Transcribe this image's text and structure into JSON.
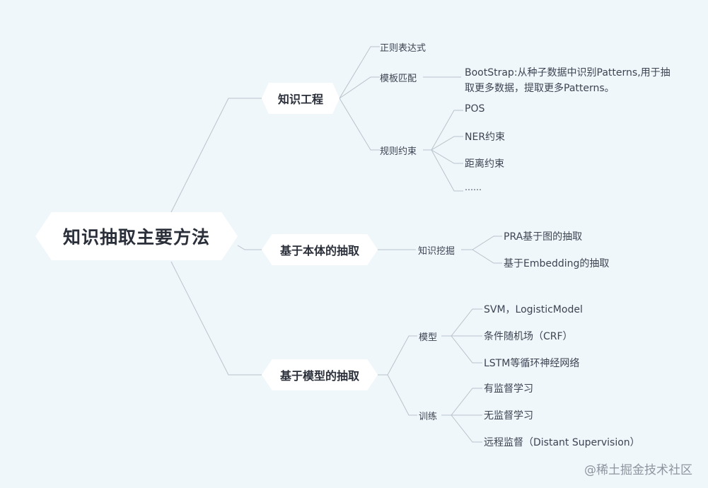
{
  "root": {
    "label": "知识抽取主要方法"
  },
  "branches": [
    {
      "label": "知识工程",
      "children": [
        {
          "label": "正则表达式"
        },
        {
          "label": "模板匹配",
          "note": {
            "line1": "BootStrap:从种子数据中识别Patterns,用于抽",
            "line2": "取更多数据，提取更多Patterns。"
          }
        },
        {
          "label": "规则约束",
          "children": [
            "POS",
            "NER约束",
            "距离约束",
            "……"
          ]
        }
      ]
    },
    {
      "label": "基于本体的抽取",
      "children": [
        {
          "label": "知识挖掘",
          "children": [
            "PRA基于图的抽取",
            "基于Embedding的抽取"
          ]
        }
      ]
    },
    {
      "label": "基于模型的抽取",
      "children": [
        {
          "label": "模型",
          "children": [
            "SVM，LogisticModel",
            "条件随机场（CRF）",
            "LSTM等循环神经网络"
          ]
        },
        {
          "label": "训练",
          "children": [
            "有监督学习",
            "无监督学习",
            "远程监督（Distant Supervision）"
          ]
        }
      ]
    }
  ],
  "watermark": "@稀土掘金技术社区",
  "colors": {
    "background": "#f0f7fb",
    "node_fill": "#ffffff",
    "edge": "#b9c3cb"
  }
}
